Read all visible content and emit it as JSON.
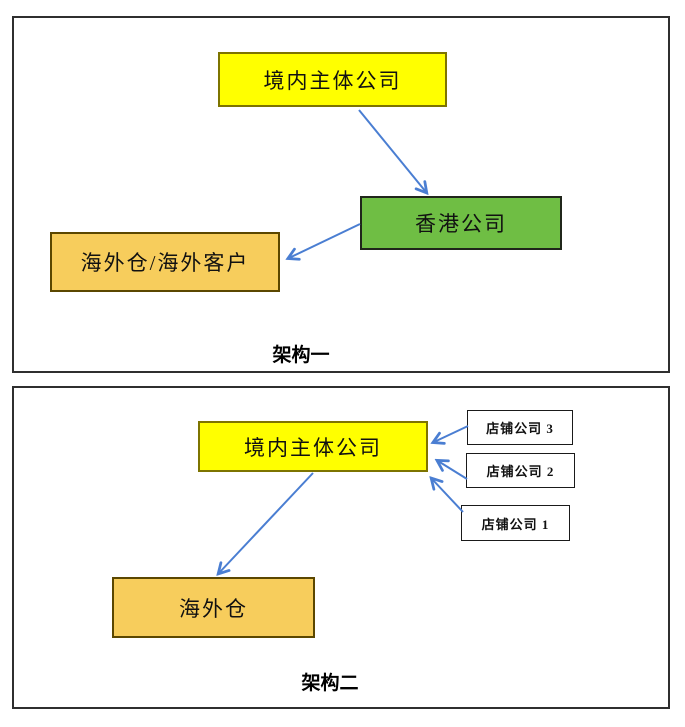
{
  "colors": {
    "yellow_fill": "#ffff00",
    "green_fill": "#6fbe44",
    "gold_fill": "#f7cd5c",
    "white_fill": "#ffffff",
    "arrow_blue": "#4a7ed2",
    "panel_border": "#2f2f2f"
  },
  "panel1": {
    "caption": "架构一",
    "nodes": {
      "domestic": {
        "label": "境内主体公司",
        "fill": "#ffff00"
      },
      "hongkong": {
        "label": "香港公司",
        "fill": "#6fbe44"
      },
      "overseas": {
        "label": "海外仓/海外客户",
        "fill": "#f7cd5c"
      }
    },
    "edges": [
      {
        "from": "境内主体公司",
        "to": "香港公司"
      },
      {
        "from": "香港公司",
        "to": "海外仓/海外客户"
      }
    ]
  },
  "panel2": {
    "caption": "架构二",
    "nodes": {
      "domestic": {
        "label": "境内主体公司",
        "fill": "#ffff00"
      },
      "shop3": {
        "label": "店铺公司 3",
        "fill": "#ffffff"
      },
      "shop2": {
        "label": "店铺公司 2",
        "fill": "#ffffff"
      },
      "shop1": {
        "label": "店铺公司 1",
        "fill": "#ffffff"
      },
      "overseas": {
        "label": "海外仓",
        "fill": "#f7cd5c"
      }
    },
    "edges": [
      {
        "from": "店铺公司 3",
        "to": "境内主体公司"
      },
      {
        "from": "店铺公司 2",
        "to": "境内主体公司"
      },
      {
        "from": "店铺公司 1",
        "to": "境内主体公司"
      },
      {
        "from": "境内主体公司",
        "to": "海外仓"
      }
    ]
  }
}
